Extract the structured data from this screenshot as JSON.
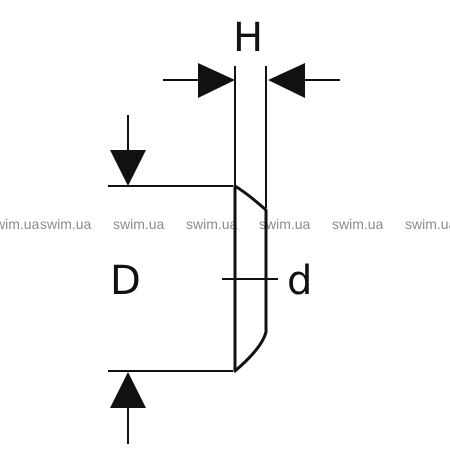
{
  "labels": {
    "H": "H",
    "D": "D",
    "d": "d"
  },
  "watermark": {
    "text": "swim.ua",
    "items": [
      "swim.ua",
      "swim.ua",
      "swim.ua",
      "swim.ua",
      "swim.ua",
      "swim.ua",
      "swim.ua"
    ]
  },
  "colors": {
    "line": "#111111",
    "watermark": "#8c8c8c",
    "background": "#ffffff"
  }
}
